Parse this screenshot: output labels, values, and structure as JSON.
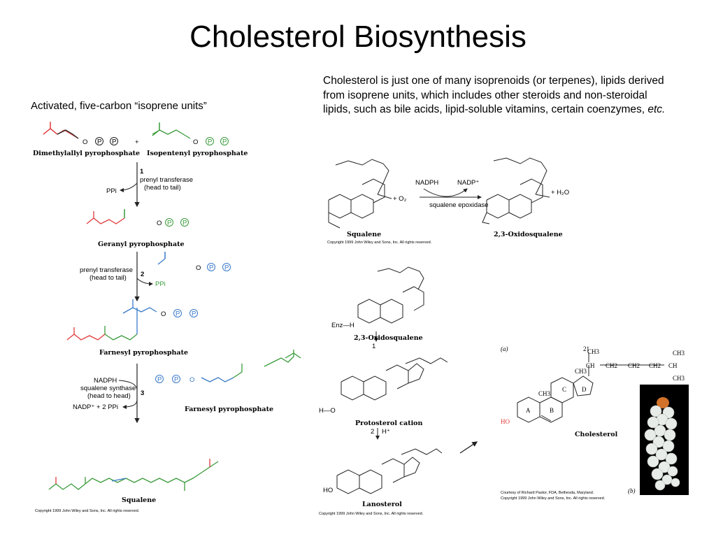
{
  "title": "Cholesterol Biosynthesis",
  "subtitle": "Activated, five-carbon “isoprene units”",
  "description": {
    "main": "Cholesterol is just one of many isoprenoids (or terpenes), lipids derived from isoprene units, which includes other steroids and non-steroidal lipids, such as bile acids, lipid-soluble vitamins, certain coenzymes, ",
    "etc": "etc."
  },
  "left_panel": {
    "dmapp": "Dimethylallyl pyrophosphate",
    "ipp": "Isopentenyl pyrophosphate",
    "plus": "+",
    "step1_num": "1",
    "step1_enzyme": "prenyl transferase",
    "step1_note": "(head to tail)",
    "ppi": "PPi",
    "geranyl": "Geranyl pyrophosphate",
    "step2_num": "2",
    "step2_enzyme": "prenyl transferase",
    "step2_note": "(head to tail)",
    "farnesyl": "Farnesyl pyrophosphate",
    "nadph": "NADPH",
    "step3_num": "3",
    "step3_enzyme": "squalene synthase",
    "step3_note": "(head to head)",
    "step3_products": "NADP⁺ + 2 PPi",
    "farnesyl_right": "Farnesyl pyrophosphate",
    "squalene": "Squalene",
    "copyright": "Copyright 1999 John Wiley and Sons, Inc. All rights reserved.",
    "o": "O",
    "p": "P"
  },
  "top_right": {
    "nadph": "NADPH",
    "nadp": "NADP⁺",
    "o2": "+ O₂",
    "enzyme": "squalene epoxidase",
    "h2o": "+ H₂O",
    "squalene": "Squalene",
    "oxido": "2,3-Oxidosqualene",
    "copyright": "Copyright 1999 John Wiley and Sons, Inc. All rights reserved."
  },
  "middle": {
    "oxido": "2,3-Oxidosqualene",
    "enz": "Enz—H",
    "step1": "1",
    "protosterol": "Protosterol cation",
    "step2": "2",
    "hplus": "H⁺",
    "lanosterol": "Lanosterol",
    "ho1": "H—O",
    "ho2": "HO",
    "copyright": "Copyright 1999 John Wiley and Sons, Inc. All rights reserved."
  },
  "cholesterol_panel": {
    "a_label": "(a)",
    "b_label": "(b)",
    "name": "Cholesterol",
    "ho": "HO",
    "rings": [
      "A",
      "B",
      "C",
      "D"
    ],
    "ch3": "CH3",
    "ch": "CH",
    "ch2": "CH2",
    "credit1": "Courtesy of Richard Pastor, FDA, Bethesda, Maryland.",
    "credit2": "Copyright 1999 John Wiley and Sons, Inc. All rights reserved."
  },
  "colors": {
    "red": "#e03a3a",
    "green": "#3a9a3a",
    "blue": "#3a7ac8",
    "gray": "#222222"
  }
}
